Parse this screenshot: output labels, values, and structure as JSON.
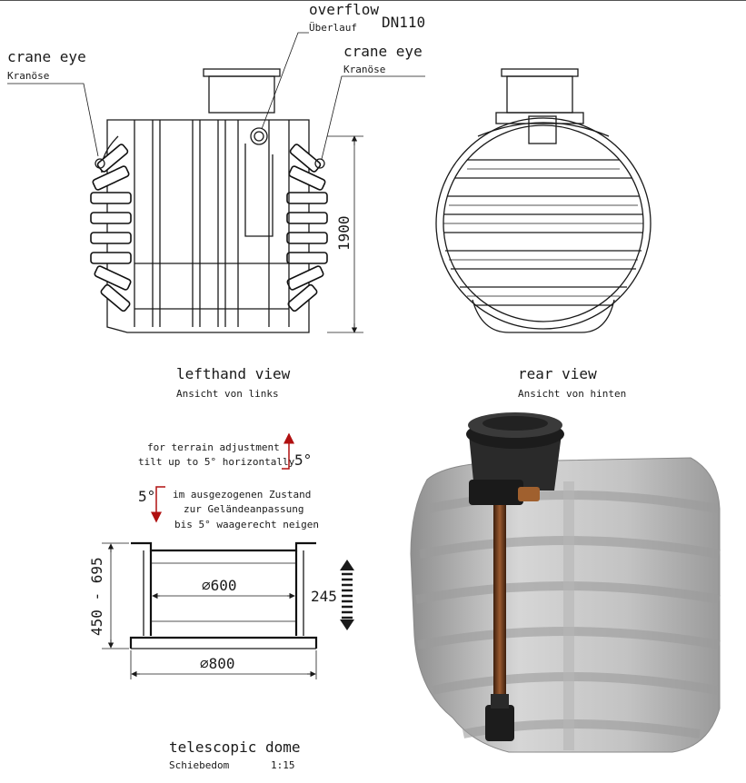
{
  "labels": {
    "crane_eye_left": "crane eye",
    "crane_eye_left_de": "Kranöse",
    "overflow": "overflow",
    "overflow_de": "Überlauf",
    "dn": "DN110",
    "crane_eye_right": "crane eye",
    "crane_eye_right_de": "Kranöse",
    "height_dim": "1900",
    "lefthand_view": "lefthand view",
    "lefthand_view_de": "Ansicht von links",
    "rear_view": "rear view",
    "rear_view_de": "Ansicht von hinten",
    "terrain_line1": "for terrain adjustment",
    "terrain_line2": "tilt up to 5° horizontally",
    "tilt_right": "5°",
    "tilt_left": "5°",
    "de_line1": "im ausgezogenen Zustand",
    "de_line2": "zur Geländeanpassung",
    "de_line3": "bis 5° waagerecht neigen",
    "dim_height": "450 - 695",
    "dim_600": "⌀600",
    "dim_245": "245",
    "dim_800": "⌀800",
    "dome_title": "telescopic dome",
    "dome_title_de": "Schiebedom",
    "scale": "1:15"
  },
  "colors": {
    "line": "#1a1a1a",
    "arrow_red": "#b01010",
    "tank_gray": "#c9c9c9",
    "pipe_brown": "#6b3a1e",
    "lid_black": "#1c1c1c"
  }
}
